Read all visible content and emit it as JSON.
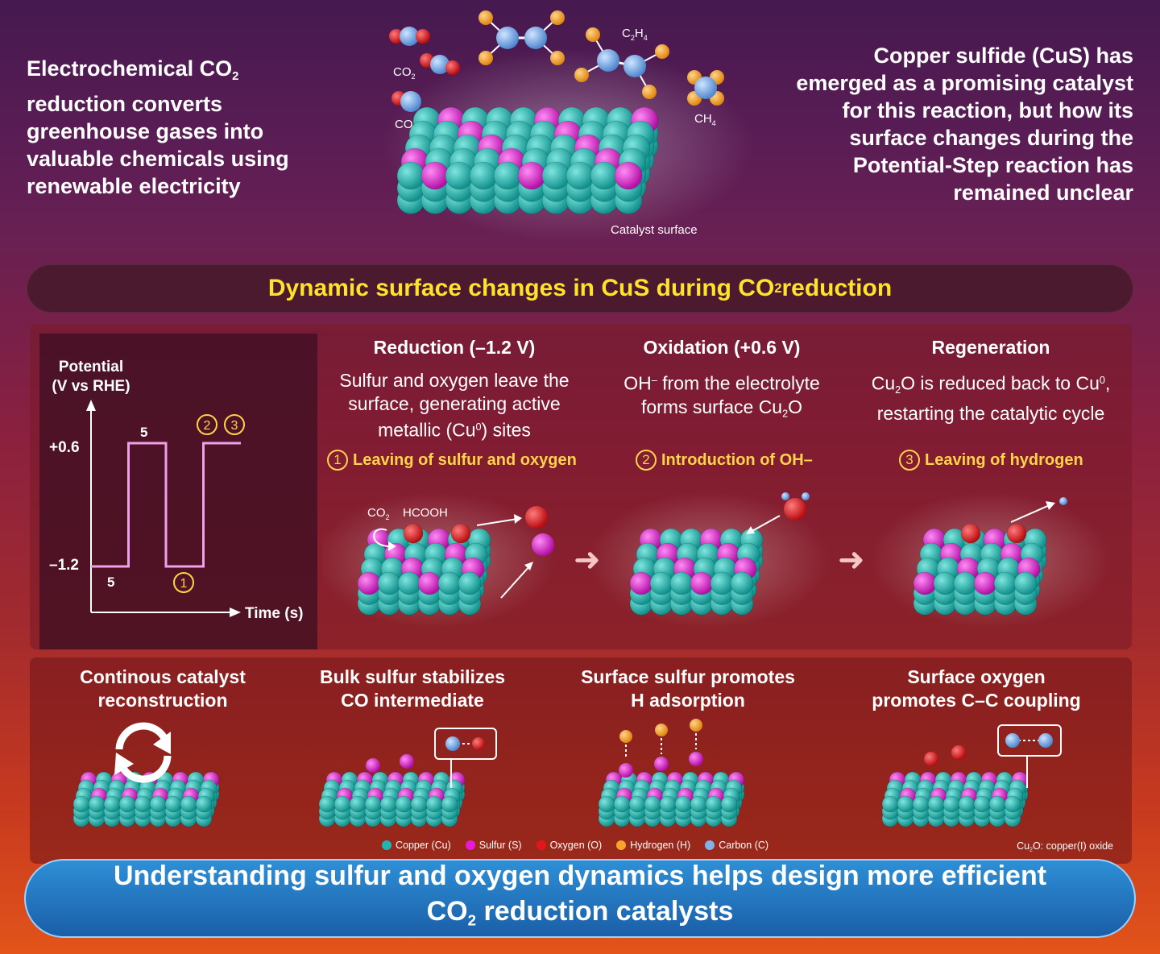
{
  "intro": {
    "left_pre": "Electrochemical CO",
    "left_sub": "2",
    "left_post": " reduction converts greenhouse gases into valuable chemicals using renewable electricity",
    "right": "Copper sulfide (CuS) has emerged as a promising catalyst for this reaction, but how its surface changes during the Potential-Step reaction has remained unclear"
  },
  "molecules": {
    "co2_pre": "CO",
    "co2_sub": "2",
    "co": "CO",
    "c2h4_a": "C",
    "c2h4_sub1": "2",
    "c2h4_b": "H",
    "c2h4_sub2": "4",
    "ch4_a": "CH",
    "ch4_sub": "4",
    "catalyst_surface": "Catalyst surface"
  },
  "banner": {
    "pre": "Dynamic surface changes in CuS during CO",
    "sub": "2",
    "post": " reduction"
  },
  "chart": {
    "ylabel_1": "Potential",
    "ylabel_2": "(V vs RHE)",
    "xlabel": "Time (s)",
    "tick_high": "+0.6",
    "tick_low": "–1.2",
    "dur_low": "5",
    "dur_high": "5",
    "mark_1": "1",
    "mark_2": "2",
    "mark_3": "3"
  },
  "chart_data": {
    "type": "line",
    "xlabel": "Time (s)",
    "ylabel": "Potential (V vs RHE)",
    "x": [
      0,
      5,
      5,
      10,
      10,
      15,
      15,
      20
    ],
    "y": [
      -1.2,
      -1.2,
      0.6,
      0.6,
      -1.2,
      -1.2,
      0.6,
      0.6
    ],
    "yticks": [
      "+0.6",
      "–1.2"
    ],
    "color": "#f0a0e8"
  },
  "columns": [
    {
      "title": "Reduction (–1.2 V)",
      "desc_1": "Sulfur and oxygen leave the",
      "desc_2": "surface, generating active",
      "desc_3_pre": "metallic (Cu",
      "desc_3_sup": "0",
      "desc_3_post": ") sites",
      "step_num": "1",
      "step_label": "Leaving of sulfur and oxygen",
      "label_co2": "CO",
      "label_co2_sub": "2",
      "label_hcooh": "HCOOH"
    },
    {
      "title": "Oxidation (+0.6 V)",
      "desc_1_pre": "OH",
      "desc_1_sup": "–",
      "desc_1_post": " from the electrolyte",
      "desc_2_pre": "forms surface Cu",
      "desc_2_sub": "2",
      "desc_2_post": "O",
      "step_num": "2",
      "step_label": "Introduction of OH–"
    },
    {
      "title": "Regeneration",
      "desc_1_pre": "Cu",
      "desc_1_sub": "2",
      "desc_1_mid": "O is reduced back to Cu",
      "desc_1_sup": "0",
      "desc_1_post": ",",
      "desc_2": "restarting the catalytic cycle",
      "step_num": "3",
      "step_label": "Leaving of hydrogen"
    }
  ],
  "bottom": [
    {
      "line1": "Continous catalyst",
      "line2": "reconstruction"
    },
    {
      "line1": "Bulk sulfur stabilizes",
      "line2": "CO intermediate"
    },
    {
      "line1": "Surface sulfur promotes",
      "line2": "H adsorption"
    },
    {
      "line1": "Surface oxygen",
      "line2": "promotes C–C coupling"
    }
  ],
  "legend": [
    {
      "label": "Copper (Cu)",
      "color": "#1fb6b0"
    },
    {
      "label": "Sulfur (S)",
      "color": "#e81ad8"
    },
    {
      "label": "Oxygen (O)",
      "color": "#e3171b"
    },
    {
      "label": "Hydrogen (H)",
      "color": "#f5a52a"
    },
    {
      "label": "Carbon (C)",
      "color": "#7fb3e8"
    }
  ],
  "footnote": {
    "pre": "Cu",
    "sub": "2",
    "post": "O: copper(I) oxide"
  },
  "conclusion": {
    "line1": "Understanding sulfur and oxygen dynamics helps design more efficient",
    "line2_pre": "CO",
    "line2_sub": "2",
    "line2_post": " reduction catalysts"
  }
}
